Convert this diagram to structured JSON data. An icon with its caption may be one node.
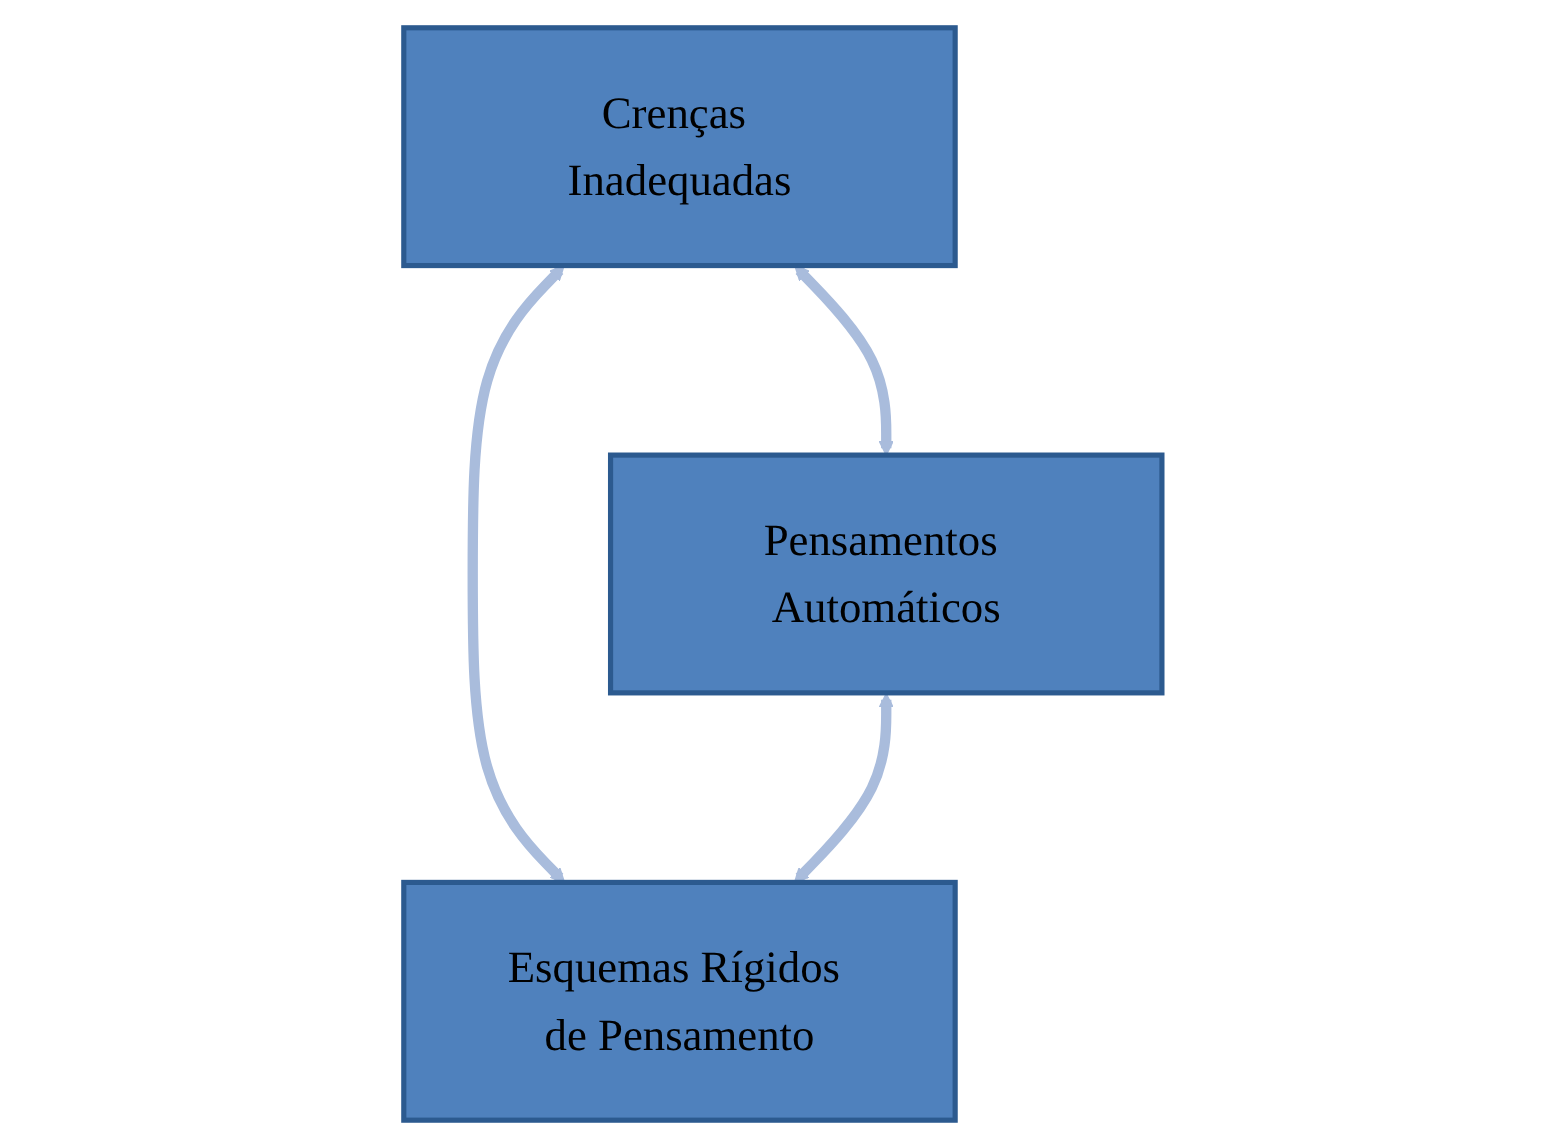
{
  "diagram": {
    "nodes": [
      {
        "text": [
          "Crenças Inadequadas"
        ]
      },
      {
        "text": [
          "Pensamentos Automáticos"
        ]
      },
      {
        "text": [
          "Esquemas Rígidos de Pensamento"
        ]
      }
    ],
    "edges": [
      {
        "from": 0,
        "to": 1,
        "arrow": "both"
      },
      {
        "from": 0,
        "to": 2,
        "arrow": "both"
      },
      {
        "from": 1,
        "to": 2,
        "arrow": "both"
      }
    ]
  }
}
